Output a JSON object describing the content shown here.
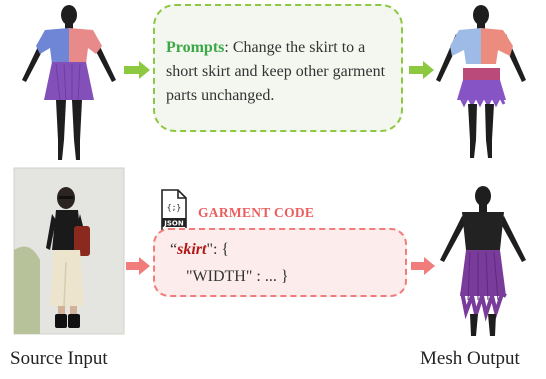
{
  "top_row": {
    "prompt_keyword": "Prompts",
    "prompt_text": ": Change the skirt to a short skirt and keep other garment parts unchanged."
  },
  "bottom_row": {
    "code_title": "GARMENT CODE",
    "json_icon_label": "JSON",
    "code_key": "skirt",
    "code_line1_suffix": "\": {",
    "code_line2": "\"WIDTH\"  :  ... }"
  },
  "captions": {
    "left": "Source Input",
    "right": "Mesh Output"
  },
  "colors": {
    "green_accent": "#8cc840",
    "red_accent": "#f07c7c",
    "code_key": "#b01818"
  }
}
